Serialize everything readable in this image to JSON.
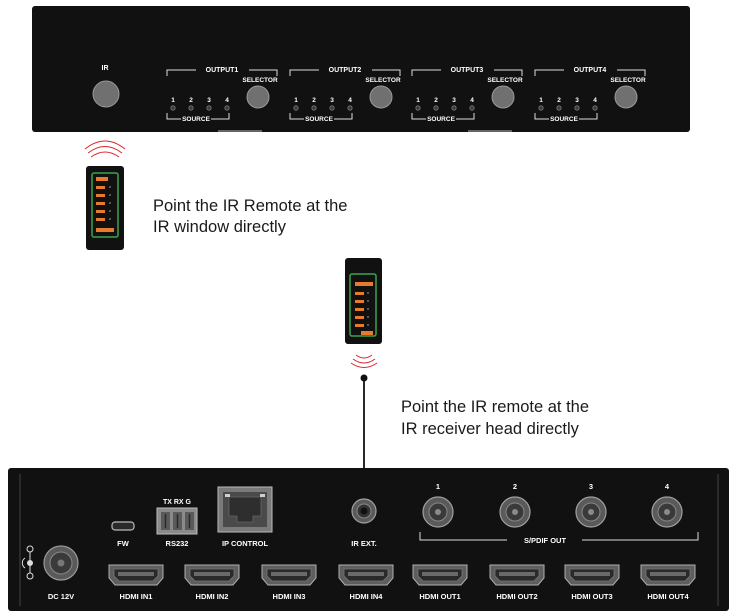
{
  "front_panel": {
    "ir_label": "IR",
    "outputs": [
      {
        "name": "OUTPUT1",
        "selector": "SELECTOR",
        "source_label": "SOURCE",
        "leds": [
          "1",
          "2",
          "3",
          "4"
        ]
      },
      {
        "name": "OUTPUT2",
        "selector": "SELECTOR",
        "source_label": "SOURCE",
        "leds": [
          "1",
          "2",
          "3",
          "4"
        ]
      },
      {
        "name": "OUTPUT3",
        "selector": "SELECTOR",
        "source_label": "SOURCE",
        "leds": [
          "1",
          "2",
          "3",
          "4"
        ]
      },
      {
        "name": "OUTPUT4",
        "selector": "SELECTOR",
        "source_label": "SOURCE",
        "leds": [
          "1",
          "2",
          "3",
          "4"
        ]
      }
    ]
  },
  "captions": {
    "front_line1": "Point the IR Remote at the",
    "front_line2": "IR window directly",
    "rear_line1": "Point the IR remote at the",
    "rear_line2": "IR receiver head directly"
  },
  "rear_panel": {
    "dc_label": "DC 12V",
    "fw_label": "FW",
    "rs232_pins": "TX RX  G",
    "rs232_label": "RS232",
    "ip_label": "IP CONTROL",
    "ir_ext_label": "IR EXT.",
    "spdif_numbers": [
      "1",
      "2",
      "3",
      "4"
    ],
    "spdif_label": "S/PDIF OUT",
    "hdmi_ports": [
      "HDMI IN1",
      "HDMI IN2",
      "HDMI IN3",
      "HDMI IN4",
      "HDMI OUT1",
      "HDMI OUT2",
      "HDMI OUT3",
      "HDMI OUT4"
    ]
  },
  "colors": {
    "panel": "#111111",
    "remote_body": "#111111",
    "remote_outline": "#3fa34d",
    "remote_buttons": "#e87a2c",
    "ir_waves": "#d8262c"
  }
}
